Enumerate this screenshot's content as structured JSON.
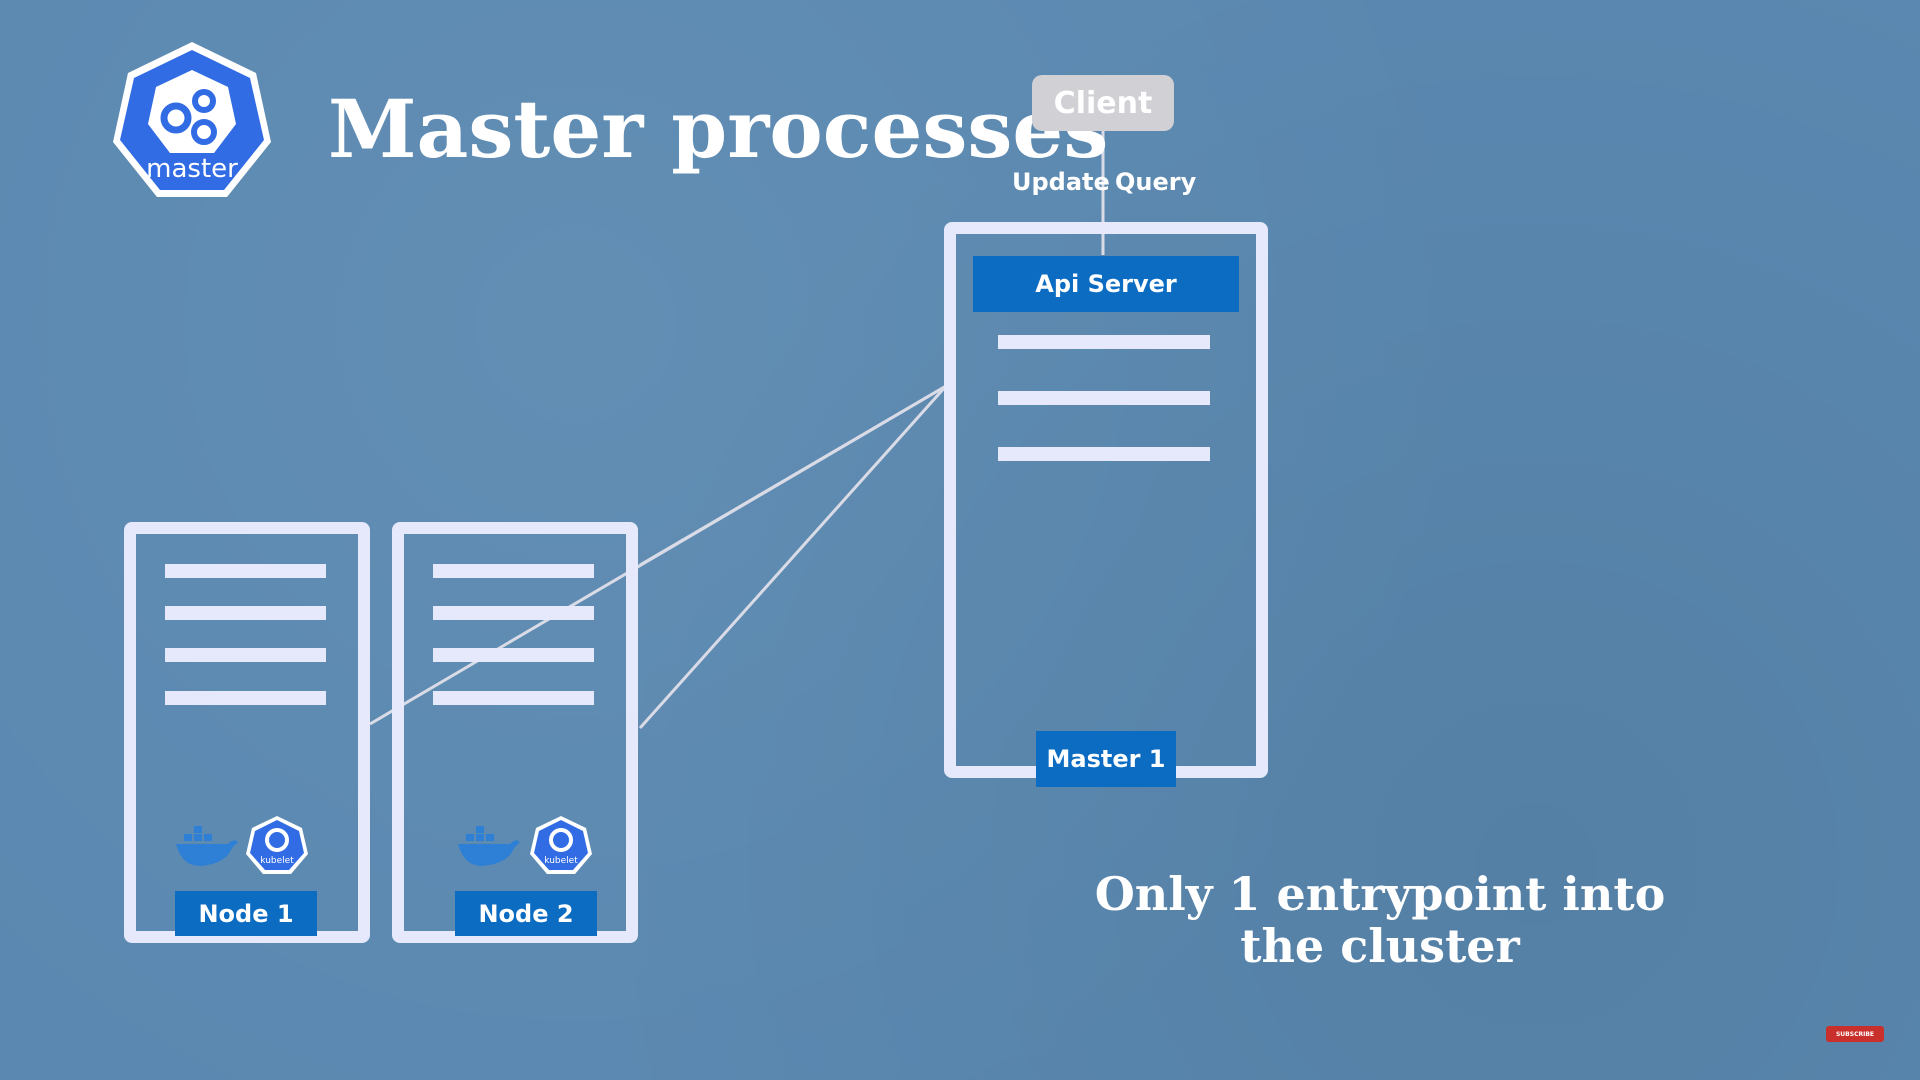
{
  "title": "Master processes",
  "logo": {
    "label": "master",
    "icon": "gears-icon"
  },
  "client": {
    "label": "Client",
    "update_label": "Update",
    "query_label": "Query"
  },
  "master": {
    "api_server_label": "Api Server",
    "name": "Master 1"
  },
  "nodes": [
    {
      "name": "Node 1",
      "kubelet_label": "kubelet",
      "runtime_icon": "docker-whale-icon"
    },
    {
      "name": "Node 2",
      "kubelet_label": "kubelet",
      "runtime_icon": "docker-whale-icon"
    }
  ],
  "note": "Only 1 entrypoint into the cluster",
  "subscribe_label": "SUBSCRIBE",
  "colors": {
    "background": "#5a88b0",
    "frame": "#e6e9fb",
    "label_blue": "#0b6cc2",
    "k8s_blue": "#326ce5",
    "client_gray": "#d0d0d5"
  }
}
